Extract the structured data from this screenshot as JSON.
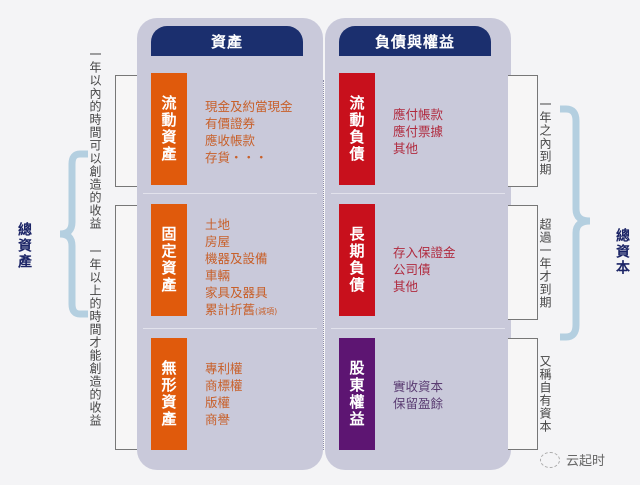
{
  "assets": {
    "title": "資產",
    "sections": [
      {
        "category": "流動資產",
        "items": [
          "現金及約當現金",
          "有價證券",
          "應收帳款",
          "存貨・・・"
        ]
      },
      {
        "category": "固定資產",
        "items": [
          "土地",
          "房屋",
          "機器及設備",
          "車輛",
          "家具及器具",
          "累計折舊"
        ],
        "last_note": "(減項)"
      },
      {
        "category": "無形資產",
        "items": [
          "專利權",
          "商標權",
          "版權",
          "商譽"
        ]
      }
    ],
    "notes": [
      "一年以內的時間可以創造的收益",
      "一年以上的時間才能創造的收益"
    ],
    "total_label": "總資產"
  },
  "liabilities_equity": {
    "title": "負債與權益",
    "sections": [
      {
        "category": "流動負債",
        "items": [
          "應付帳款",
          "應付票據",
          "其他"
        ]
      },
      {
        "category": "長期負債",
        "items": [
          "存入保證金",
          "公司債",
          "其他"
        ]
      },
      {
        "category": "股東權益",
        "items": [
          "實收資本",
          "保留盈餘"
        ]
      }
    ],
    "notes": [
      "一年之內到期",
      "超過一年才到期",
      "又稱自有資本"
    ],
    "total_label": "總資本"
  },
  "watermark": {
    "text": "云起时"
  },
  "colors": {
    "header": "#1b2f6e",
    "asset_cat": "#e05a0c",
    "liability_cat": "#c8101c",
    "equity_cat": "#5d1572",
    "panel": "#c9c9da",
    "brace": "#b4cfe0"
  }
}
